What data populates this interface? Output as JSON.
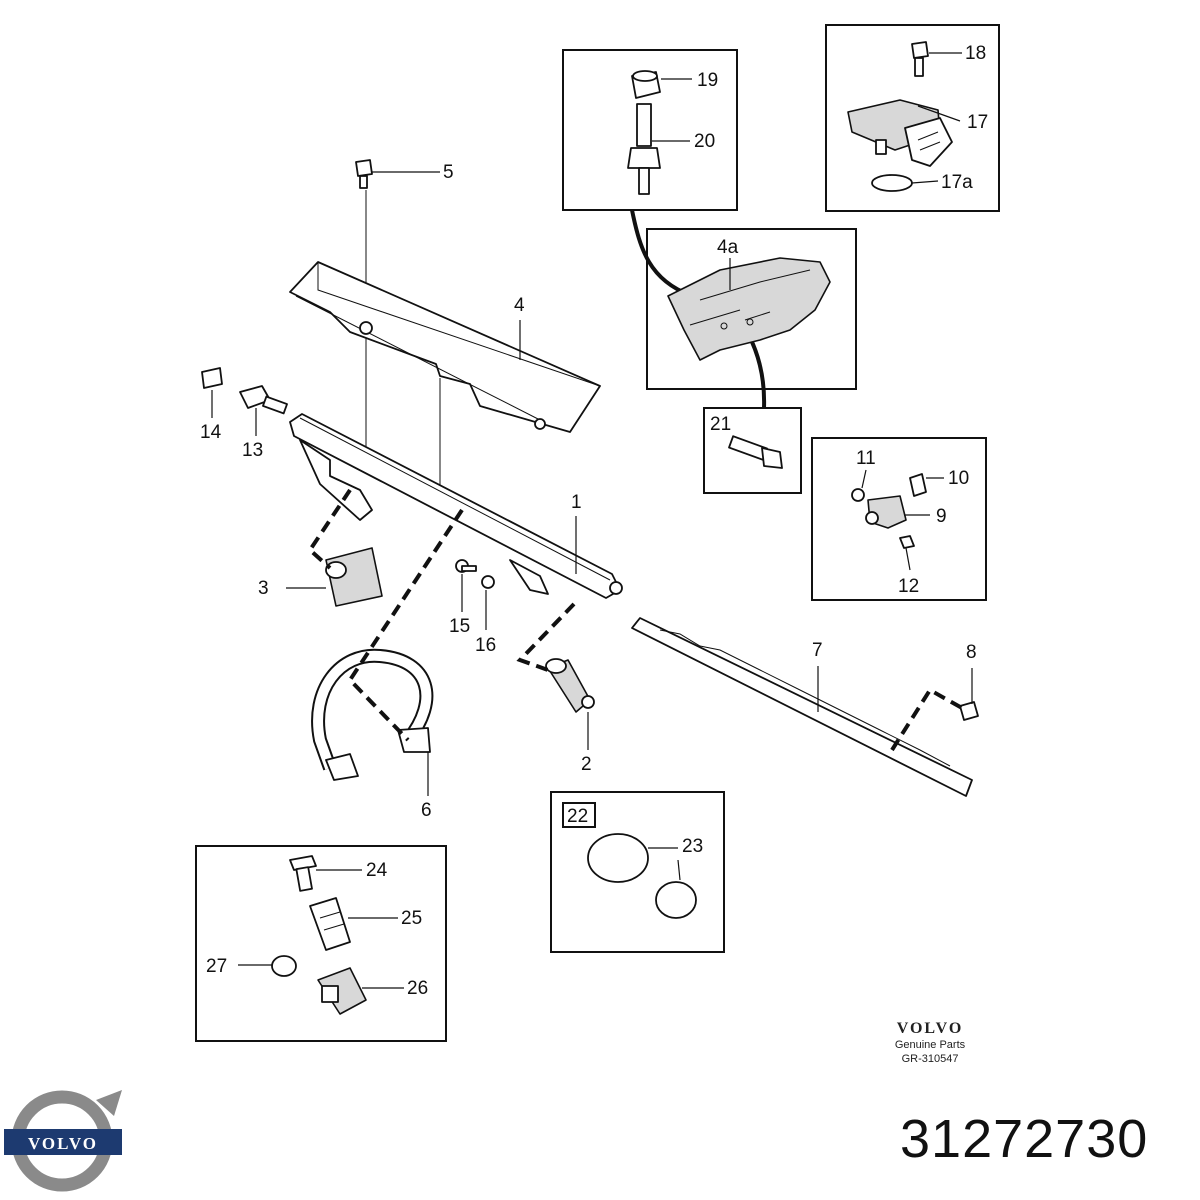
{
  "brand": {
    "logo_text": "VOLVO",
    "wordmark": "VOLVO",
    "subtitle": "Genuine Parts",
    "reference": "GR-310547"
  },
  "part_number": "31272730",
  "callouts": {
    "c1": "1",
    "c2": "2",
    "c3": "3",
    "c4": "4",
    "c4a": "4a",
    "c5": "5",
    "c6": "6",
    "c7": "7",
    "c8": "8",
    "c9": "9",
    "c10": "10",
    "c11": "11",
    "c12": "12",
    "c13": "13",
    "c14": "14",
    "c15": "15",
    "c16": "16",
    "c17": "17",
    "c17a": "17a",
    "c18": "18",
    "c19": "19",
    "c20": "20",
    "c21": "21",
    "c22": "22",
    "c23": "23",
    "c24": "24",
    "c25": "25",
    "c26": "26",
    "c27": "27"
  }
}
